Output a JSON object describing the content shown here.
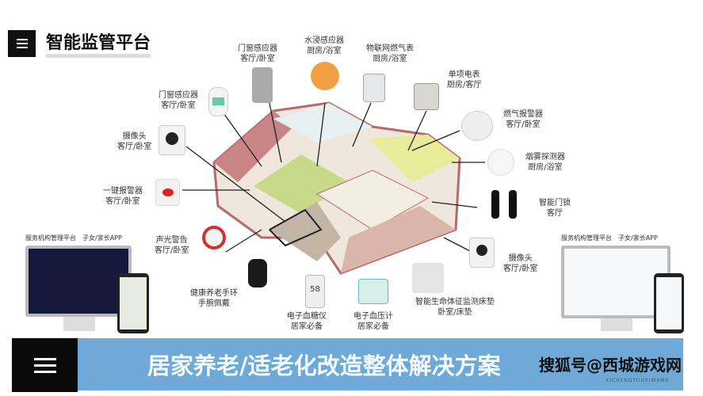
{
  "header": {
    "title": "智能监管平台",
    "icon": "menu-icon"
  },
  "devices": [
    {
      "name": "门窗感应器",
      "room": "客厅/卧室"
    },
    {
      "name": "水浸感应器",
      "room": "厨房/浴室"
    },
    {
      "name": "物联网燃气表",
      "room": "厨房/浴室"
    },
    {
      "name": "单项电表",
      "room": "厨房/客厅"
    },
    {
      "name": "门窗感应器",
      "room": "客厅/卧室"
    },
    {
      "name": "燃气报警器",
      "room": "客厅/卧室"
    },
    {
      "name": "摄像头",
      "room": "客厅/卧室"
    },
    {
      "name": "烟雾探测器",
      "room": "厨房/浴室"
    },
    {
      "name": "一键报警器",
      "room": "客厅/卧室"
    },
    {
      "name": "智能门锁",
      "room": "客厅"
    },
    {
      "name": "声光警告",
      "room": "客厅/卧室"
    },
    {
      "name": "摄像头",
      "room": "客厅/卧室"
    },
    {
      "name": "健康养老手环",
      "room": "手腕佩戴"
    },
    {
      "name": "电子血糖仪",
      "room": "居家必备"
    },
    {
      "name": "电子血压计",
      "room": "居家必备"
    },
    {
      "name": "智能生命体征监测床垫",
      "room": "卧室/床垫"
    }
  ],
  "platforms": {
    "left": "服务机构管理平台　子女/家长APP",
    "right": "服务机构管理平台　子女/家长APP"
  },
  "glucose_reading": "58",
  "banner": {
    "title": "居家养老/适老化改造整体解决方案",
    "icon": "menu-icon"
  },
  "watermark": {
    "text": "搜狐号@西城游戏网",
    "sub": "XICHENGYOUXIWANG"
  },
  "colors": {
    "banner_blue": "#6fa9d8",
    "wall_red": "#b86a6a",
    "floor_green": "#c9d98a"
  }
}
